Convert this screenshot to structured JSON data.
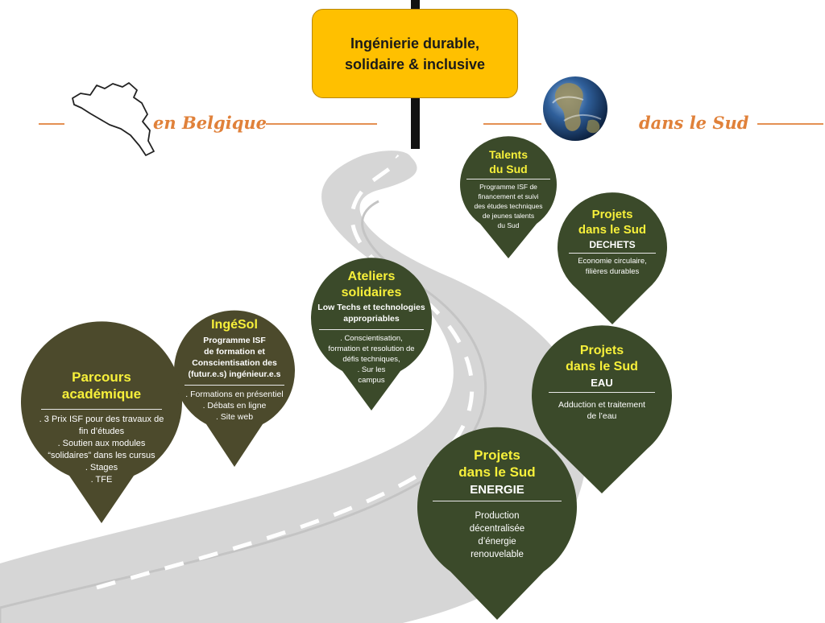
{
  "sign": {
    "line1": "Ingénierie durable,",
    "line2": "solidaire & inclusive"
  },
  "regions": {
    "left": "en Belgique",
    "right": "dans le Sud"
  },
  "colors": {
    "pin_dark_green": "#3b4a2a",
    "pin_olive": "#4c4a2c",
    "sign_yellow": "#ffc000",
    "accent_orange": "#e0813a",
    "title_yellow": "#f7f03a",
    "road_gray": "#d6d6d6"
  },
  "pins": {
    "parcours": {
      "title": [
        "Parcours",
        "académique"
      ],
      "body": [
        ". 3 Prix ISF pour des travaux de",
        "fin d’études",
        ". Soutien aux modules",
        "“solidaires” dans les cursus",
        ". Stages",
        ". TFE"
      ]
    },
    "ingesol": {
      "title": [
        "IngéSol"
      ],
      "subtitle": [
        "Programme ISF",
        "de formation et",
        "Conscientisation des",
        "(futur.e.s) ingénieur.e.s"
      ],
      "body": [
        ". Formations en présentiel",
        ". Débats en ligne",
        ". Site web"
      ]
    },
    "ateliers": {
      "title": [
        "Ateliers",
        "solidaires"
      ],
      "subtitle": [
        "Low Techs et technologies",
        "appropriables"
      ],
      "body": [
        ". Conscientisation,",
        "formation et resolution de",
        "défis techniques,",
        ". Sur les",
        "campus"
      ]
    },
    "talents": {
      "title": [
        "Talents",
        "du Sud"
      ],
      "body": [
        "Programme ISF de",
        "financement et suivi",
        "des études techniques",
        "de jeunes talents",
        "du Sud"
      ]
    },
    "dechets": {
      "title": [
        "Projets",
        "dans le Sud"
      ],
      "subtitle": [
        "DECHETS"
      ],
      "body": [
        "Economie circulaire,",
        "filières durables"
      ]
    },
    "eau": {
      "title": [
        "Projets",
        "dans le Sud"
      ],
      "subtitle": [
        "EAU"
      ],
      "body": [
        "Adduction et traitement",
        "de l’eau"
      ]
    },
    "energie": {
      "title": [
        "Projets",
        "dans le Sud"
      ],
      "subtitle": [
        "ENERGIE"
      ],
      "body": [
        "Production",
        "décentralisée",
        "d’énergie",
        "renouvelable"
      ]
    }
  }
}
